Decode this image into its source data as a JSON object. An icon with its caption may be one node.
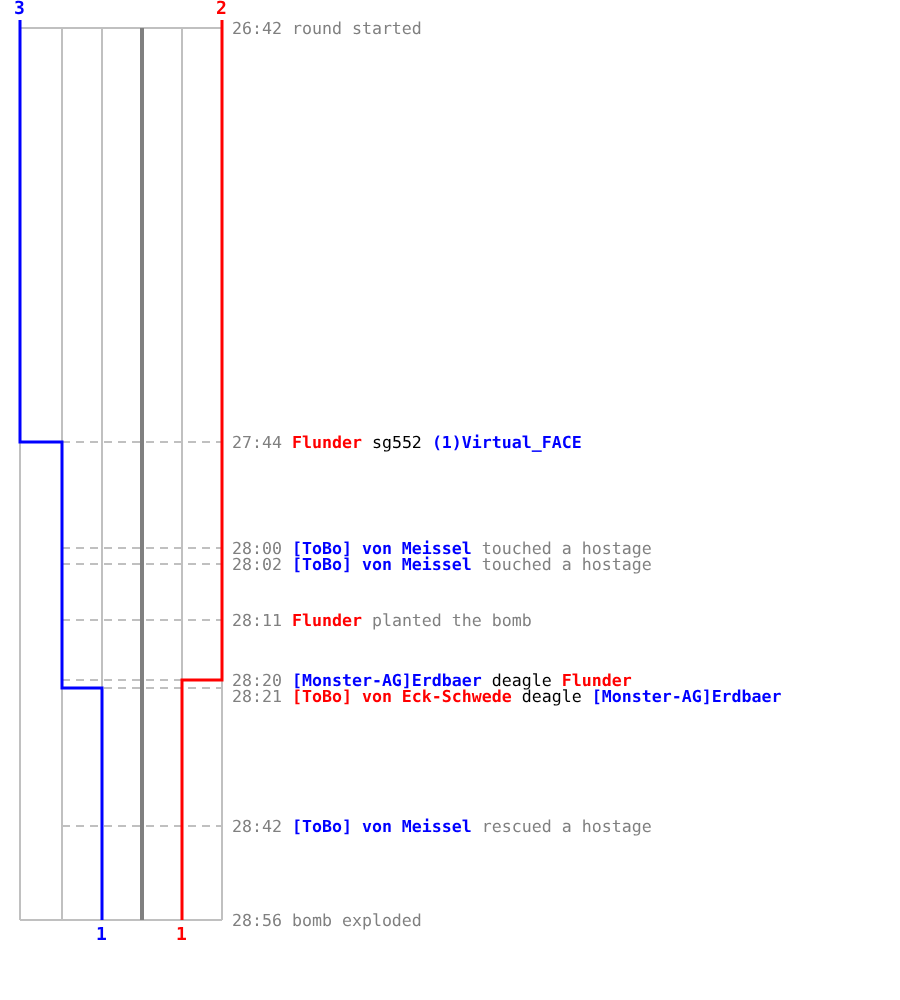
{
  "diagram": {
    "labels": [
      "3",
      "2",
      "26:42",
      "round started",
      "27:44",
      "Flunder",
      "sg552",
      "(1)Virtual_FACE",
      "28:00",
      "[ToBo] von Meissel",
      "touched a hostage",
      "28:02",
      "[ToBo] von Meissel",
      "touched a hostage",
      "28:11",
      "Flunder",
      "planted the bomb",
      "28:20",
      "[Monster-AG]Erdbaer",
      "deagle",
      "Flunder",
      "28:21",
      "[ToBo] von Eck-Schwede",
      "deagle",
      "[Monster-AG]Erdbaer",
      "28:42",
      "[ToBo] von Meissel",
      "rescued a hostage",
      "28:56",
      "bomb exploded",
      "1",
      "1"
    ]
  }
}
